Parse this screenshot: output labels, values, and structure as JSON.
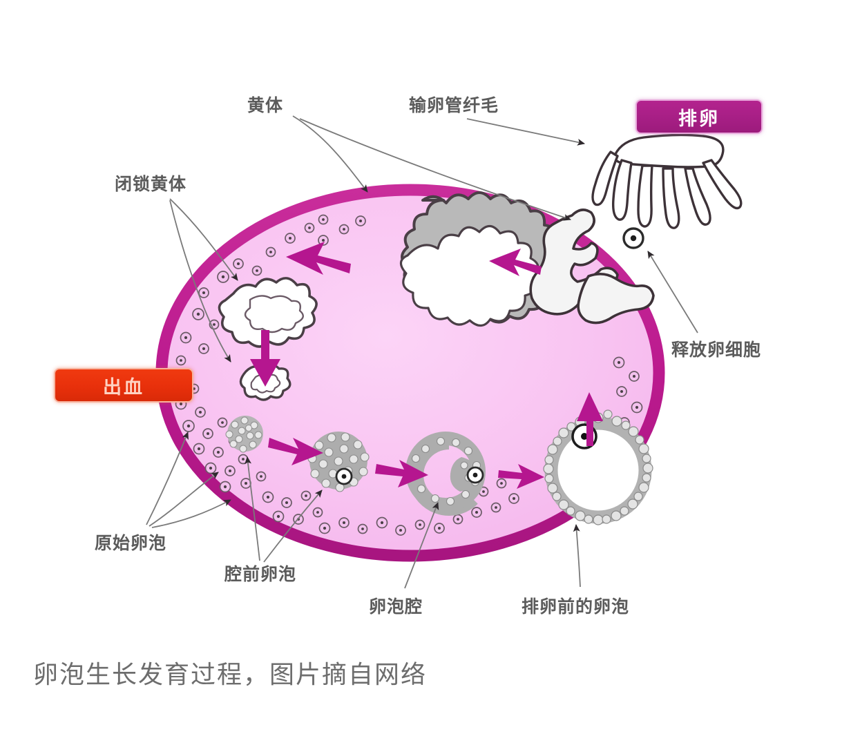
{
  "figure": {
    "title_caption": "卵泡生长发育过程，图片摘自网络",
    "badges": {
      "ovulation": "排卵",
      "bleeding": "出血"
    },
    "labels": {
      "corpus_luteum": "黄体",
      "fallopian_tube_cilia": "输卵管纤毛",
      "atretic_corpus_luteum": "闭锁黄体",
      "oocyte_release": "释放卵细胞",
      "primordial_follicle": "原始卵泡",
      "preantral_follicle": "腔前卵泡",
      "follicular_antrum": "卵泡腔",
      "preovulatory_follicle": "排卵前的卵泡"
    },
    "colors": {
      "ovary_wall": "#bb1a8e",
      "ovary_fill": "#f9c5f2",
      "arrow_magenta": "#b5168f",
      "leader_line": "#7a7a7a",
      "label_text": "#5b5b5b",
      "caption_text": "#6d6d6d",
      "badge_ovulation_bg": "#a81f86",
      "badge_bleeding_bg": "#e8300b",
      "granulosa_gray": "#a9a9a9",
      "structure_outline": "#3d3238",
      "background": "#ffffff"
    }
  },
  "chart_data": {
    "type": "diagram",
    "title": "卵泡生长发育过程",
    "subject": "ovary-follicle-development-cycle",
    "stages": [
      {
        "order": 1,
        "name": "原始卵泡",
        "position": "lower-left"
      },
      {
        "order": 2,
        "name": "腔前卵泡",
        "position": "lower-left-center"
      },
      {
        "order": 3,
        "name": "卵泡腔",
        "position": "lower-center"
      },
      {
        "order": 4,
        "name": "排卵前的卵泡",
        "position": "lower-right"
      },
      {
        "order": 5,
        "name": "排卵",
        "position": "upper-right"
      },
      {
        "order": 6,
        "name": "释放卵细胞",
        "position": "right"
      },
      {
        "order": 7,
        "name": "黄体",
        "position": "upper-center"
      },
      {
        "order": 8,
        "name": "闭锁黄体",
        "position": "upper-left"
      },
      {
        "order": 9,
        "name": "出血",
        "position": "left"
      }
    ]
  }
}
